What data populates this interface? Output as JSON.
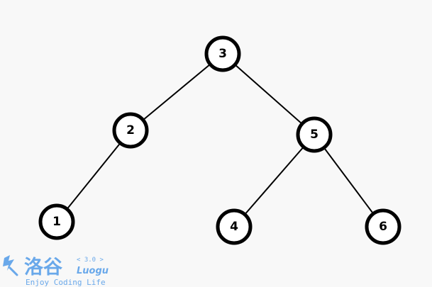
{
  "tree": {
    "nodes": [
      {
        "id": "3",
        "label": "3"
      },
      {
        "id": "2",
        "label": "2"
      },
      {
        "id": "5",
        "label": "5"
      },
      {
        "id": "1",
        "label": "1"
      },
      {
        "id": "4",
        "label": "4"
      },
      {
        "id": "6",
        "label": "6"
      }
    ],
    "edges": [
      {
        "from": "3",
        "to": "2"
      },
      {
        "from": "3",
        "to": "5"
      },
      {
        "from": "2",
        "to": "1"
      },
      {
        "from": "5",
        "to": "4"
      },
      {
        "from": "5",
        "to": "6"
      }
    ]
  },
  "watermark": {
    "logo_cn": "洛谷",
    "version": "< 3.0 >",
    "logo_en": "Luogu",
    "slogan": "Enjoy Coding Life",
    "color": "#3a8ee6"
  }
}
